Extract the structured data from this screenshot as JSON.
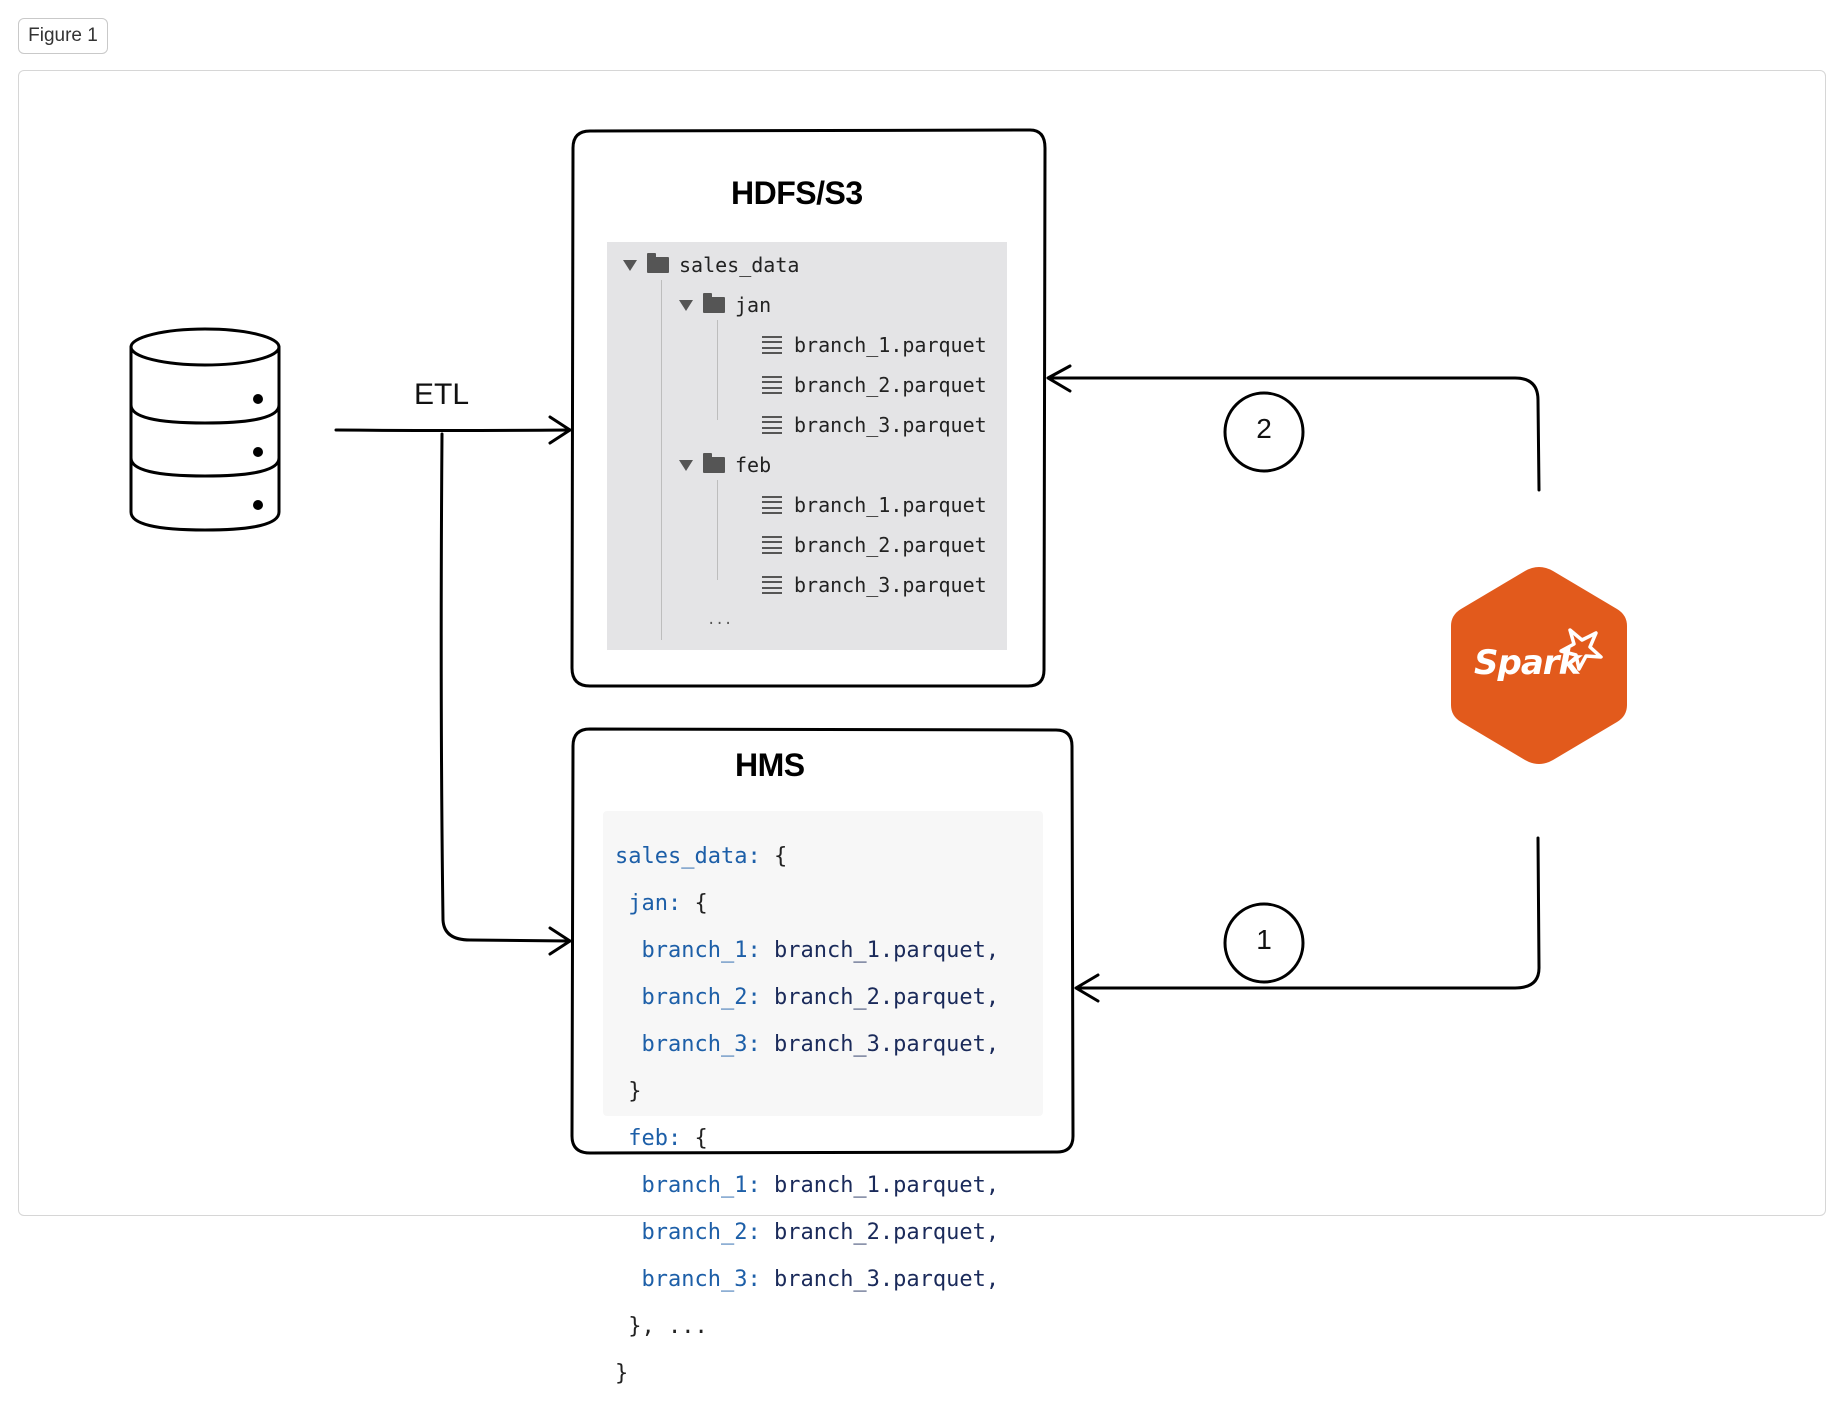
{
  "figure_label": "Figure 1",
  "etl_label": "ETL",
  "hdfs": {
    "title": "HDFS/S3",
    "root": "sales_data",
    "folders": [
      {
        "name": "jan",
        "files": [
          "branch_1.parquet",
          "branch_2.parquet",
          "branch_3.parquet"
        ]
      },
      {
        "name": "feb",
        "files": [
          "branch_1.parquet",
          "branch_2.parquet",
          "branch_3.parquet"
        ]
      }
    ],
    "ellipsis": "..."
  },
  "hms": {
    "title": "HMS",
    "code": {
      "root_key": "sales_data:",
      "open": " {",
      "months": [
        {
          "key": "jan:",
          "entries": [
            {
              "key": "branch_1:",
              "value": " branch_1.parquet,"
            },
            {
              "key": "branch_2:",
              "value": " branch_2.parquet,"
            },
            {
              "key": "branch_3:",
              "value": " branch_3.parquet,"
            }
          ],
          "close": "}"
        },
        {
          "key": "feb:",
          "entries": [
            {
              "key": "branch_1:",
              "value": " branch_1.parquet,"
            },
            {
              "key": "branch_2:",
              "value": " branch_2.parquet,"
            },
            {
              "key": "branch_3:",
              "value": " branch_3.parquet,"
            }
          ],
          "close": "}, ..."
        }
      ],
      "final_close": "}"
    }
  },
  "spark": {
    "label": "Spark",
    "color": "#e25a1c"
  },
  "steps": [
    "1",
    "2"
  ],
  "icons": {
    "database": "database-icon",
    "spark": "spark-logo-icon"
  }
}
